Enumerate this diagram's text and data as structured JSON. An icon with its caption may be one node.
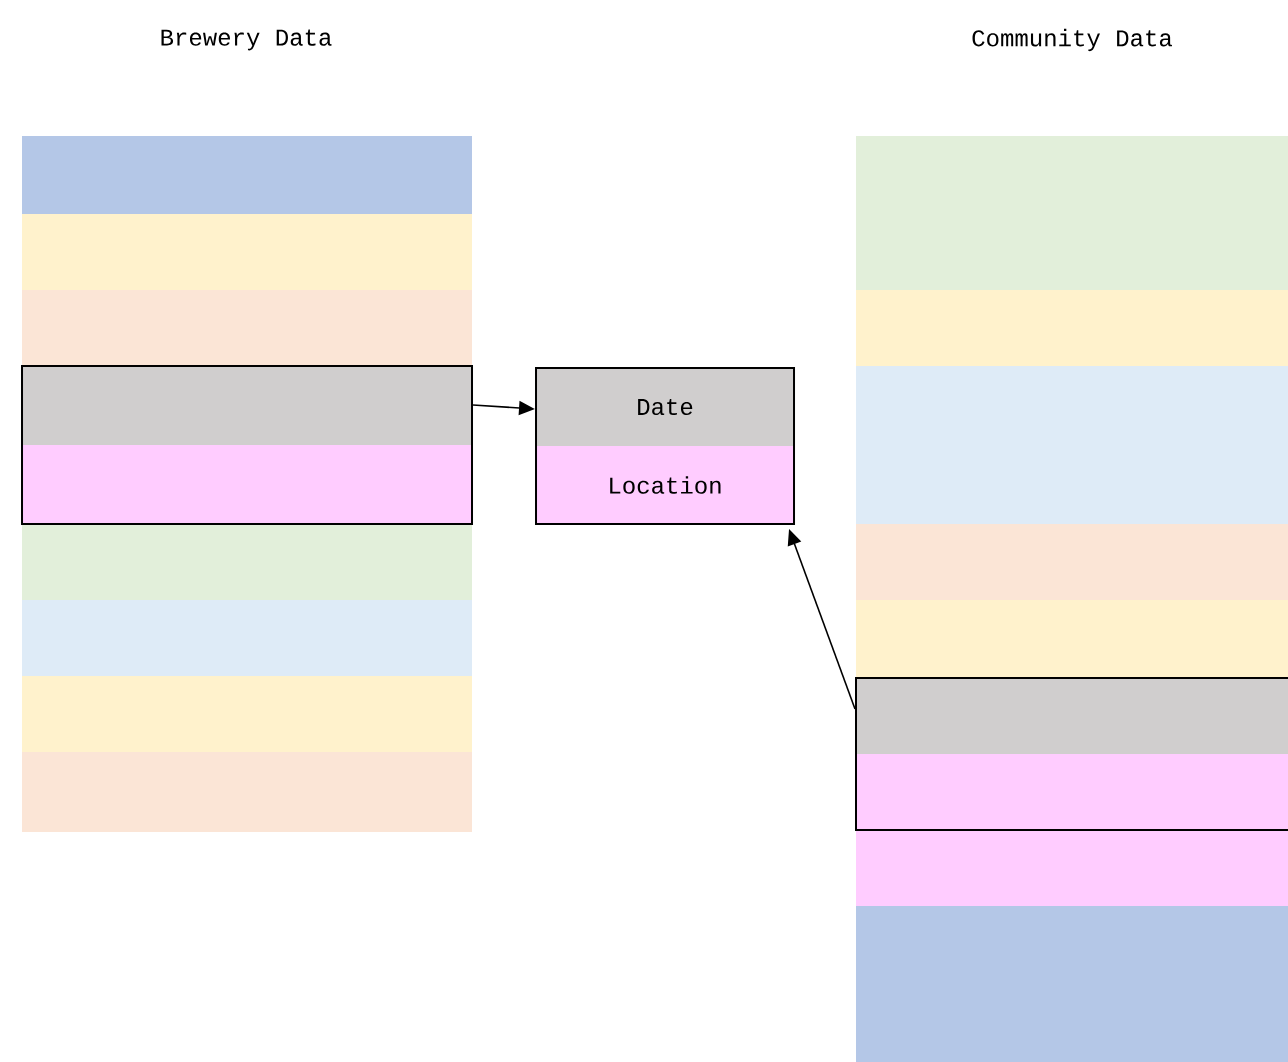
{
  "diagram": {
    "nodes": [
      {
        "text": [],
        "shape": "box"
      },
      {
        "text": [
          "Date",
          "Location"
        ]
      },
      {
        "text": [],
        "shape": "box"
      }
    ],
    "edges": [
      {
        "from": 0,
        "to": 1,
        "arrow": "to"
      },
      {
        "from": 2,
        "to": 1,
        "arrow": "to"
      }
    ],
    "labels": [
      "Brewery Data",
      "Community Data"
    ]
  }
}
